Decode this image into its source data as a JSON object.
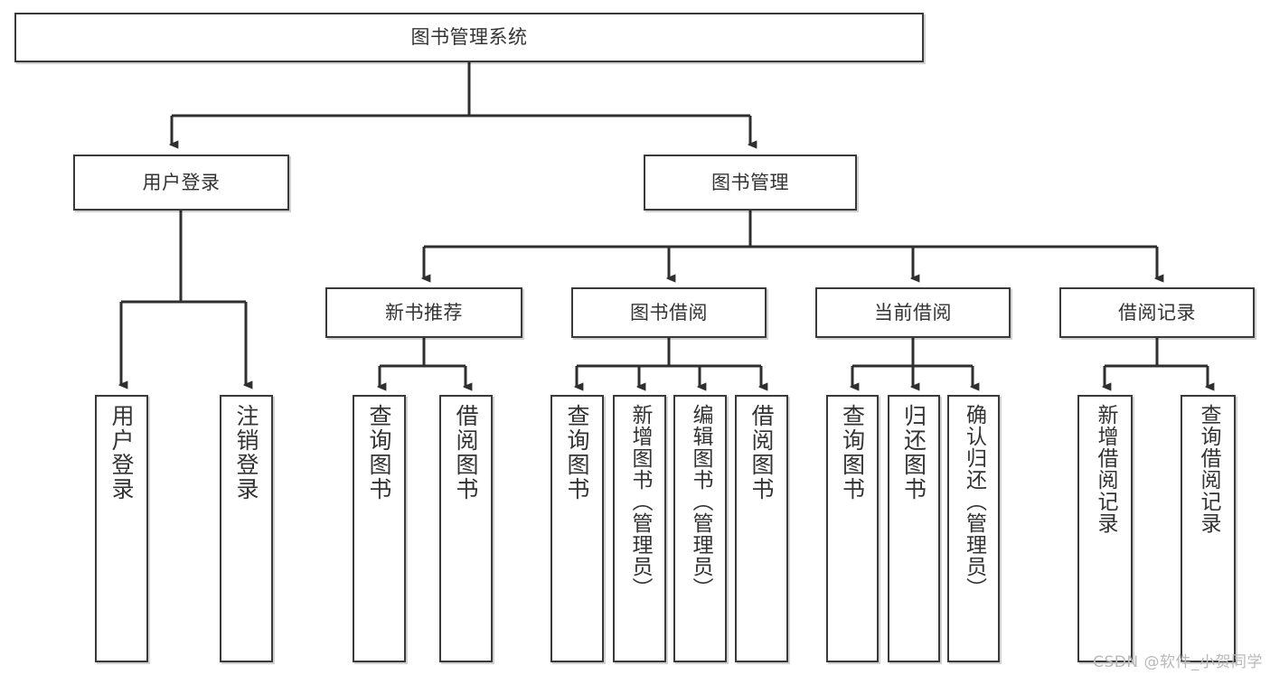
{
  "diagram": {
    "title": "图书管理系统",
    "type": "tree",
    "root": {
      "label": "图书管理系统"
    },
    "level2": [
      {
        "label": "用户登录"
      },
      {
        "label": "图书管理"
      }
    ],
    "level3": [
      {
        "label": "新书推荐"
      },
      {
        "label": "图书借阅"
      },
      {
        "label": "当前借阅"
      },
      {
        "label": "借阅记录"
      }
    ],
    "leaves_user_login": [
      {
        "label": "用户登录"
      },
      {
        "label": "注销登录"
      }
    ],
    "leaves_new_books": [
      {
        "label": "查询图书"
      },
      {
        "label": "借阅图书"
      }
    ],
    "leaves_borrow": [
      {
        "label": "查询图书"
      },
      {
        "label": "新增图书（管理员）"
      },
      {
        "label": "编辑图书（管理员）"
      },
      {
        "label": "借阅图书"
      }
    ],
    "leaves_current": [
      {
        "label": "查询图书"
      },
      {
        "label": "归还图书"
      },
      {
        "label": "确认归还（管理员）"
      }
    ],
    "leaves_records": [
      {
        "label": "新增借阅记录"
      },
      {
        "label": "查询借阅记录"
      }
    ]
  },
  "watermark": {
    "text": "CSDN @软件_小贺同学"
  },
  "colors": {
    "stroke": "#3a3a3a",
    "fill": "#ffffff",
    "text": "#333333",
    "watermark": "#b9b9b9"
  }
}
